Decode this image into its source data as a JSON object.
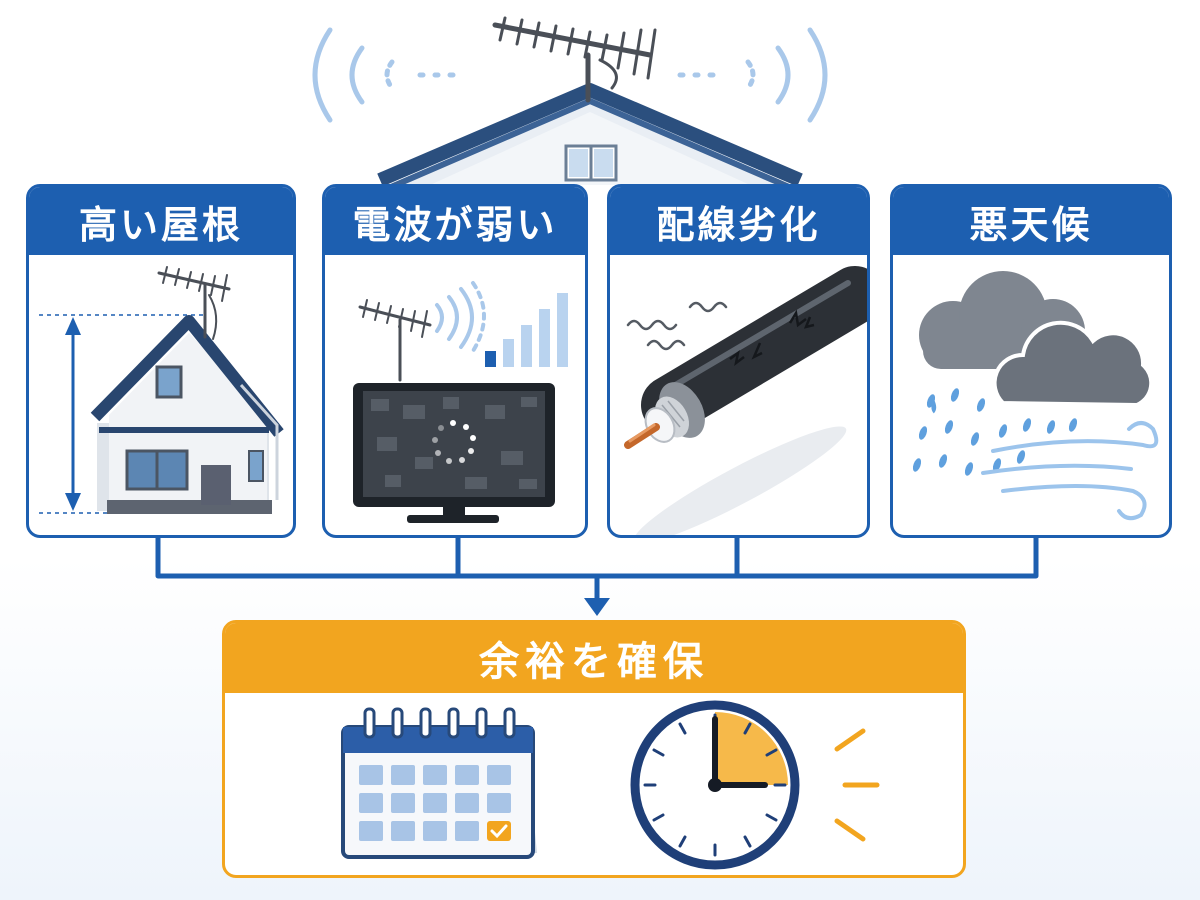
{
  "factors": [
    {
      "label": "高い屋根",
      "icon": "tall-house-icon"
    },
    {
      "label": "電波が弱い",
      "icon": "weak-signal-tv-icon"
    },
    {
      "label": "配線劣化",
      "icon": "cracked-coax-cable-icon"
    },
    {
      "label": "悪天候",
      "icon": "storm-cloud-icon"
    }
  ],
  "result": {
    "label": "余裕を確保",
    "icons": [
      "calendar-icon",
      "clock-icon"
    ]
  },
  "colors": {
    "primary": "#1d5fb0",
    "accent": "#f2a51f",
    "signal": "#b9d3ef"
  }
}
